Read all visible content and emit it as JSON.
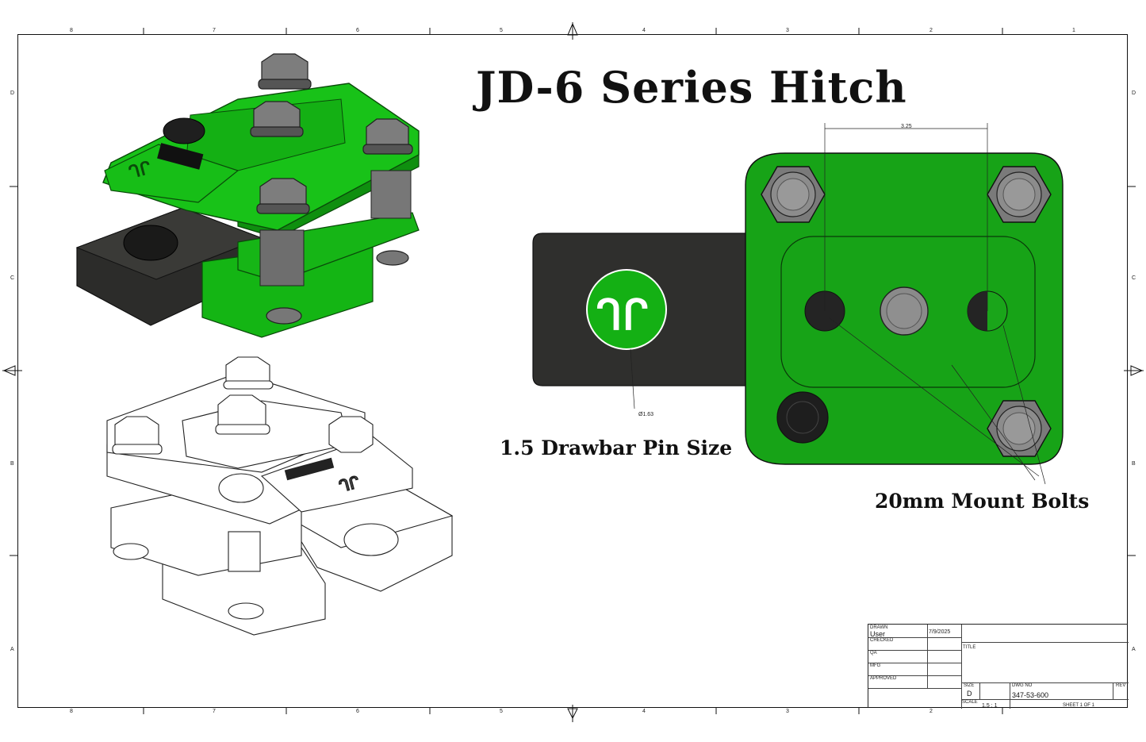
{
  "title": "JD-6 Series Hitch",
  "callouts": {
    "pin_size": "1.5 Drawbar Pin Size",
    "mount_bolts": "20mm Mount Bolts"
  },
  "dimensions": {
    "bolt_spacing": "3.25",
    "pin_diameter": "Ø1.63"
  },
  "zones": {
    "columns": [
      "8",
      "7",
      "6",
      "5",
      "4",
      "3",
      "2",
      "1"
    ],
    "rows": [
      "D",
      "C",
      "B",
      "A"
    ]
  },
  "title_block": {
    "drawn_label": "DRAWN",
    "drawn_by": "User",
    "drawn_date": "7/9/2025",
    "checked_label": "CHECKED",
    "qa_label": "QA",
    "mfg_label": "MFG",
    "approved_label": "APPROVED",
    "title_label": "TITLE",
    "size_label": "SIZE",
    "size_value": "D",
    "dwg_no_label": "DWG NO",
    "dwg_no_value": "347-53-600",
    "rev_label": "REV",
    "scale_label": "SCALE",
    "scale_value": "1.5 : 1",
    "sheet_value": "SHEET 1  OF 1"
  },
  "colors": {
    "green": "#16b516",
    "dark_green": "#0f7d0f",
    "black_part": "#2a2a28",
    "bolt_gray": "#8a8a8a"
  }
}
